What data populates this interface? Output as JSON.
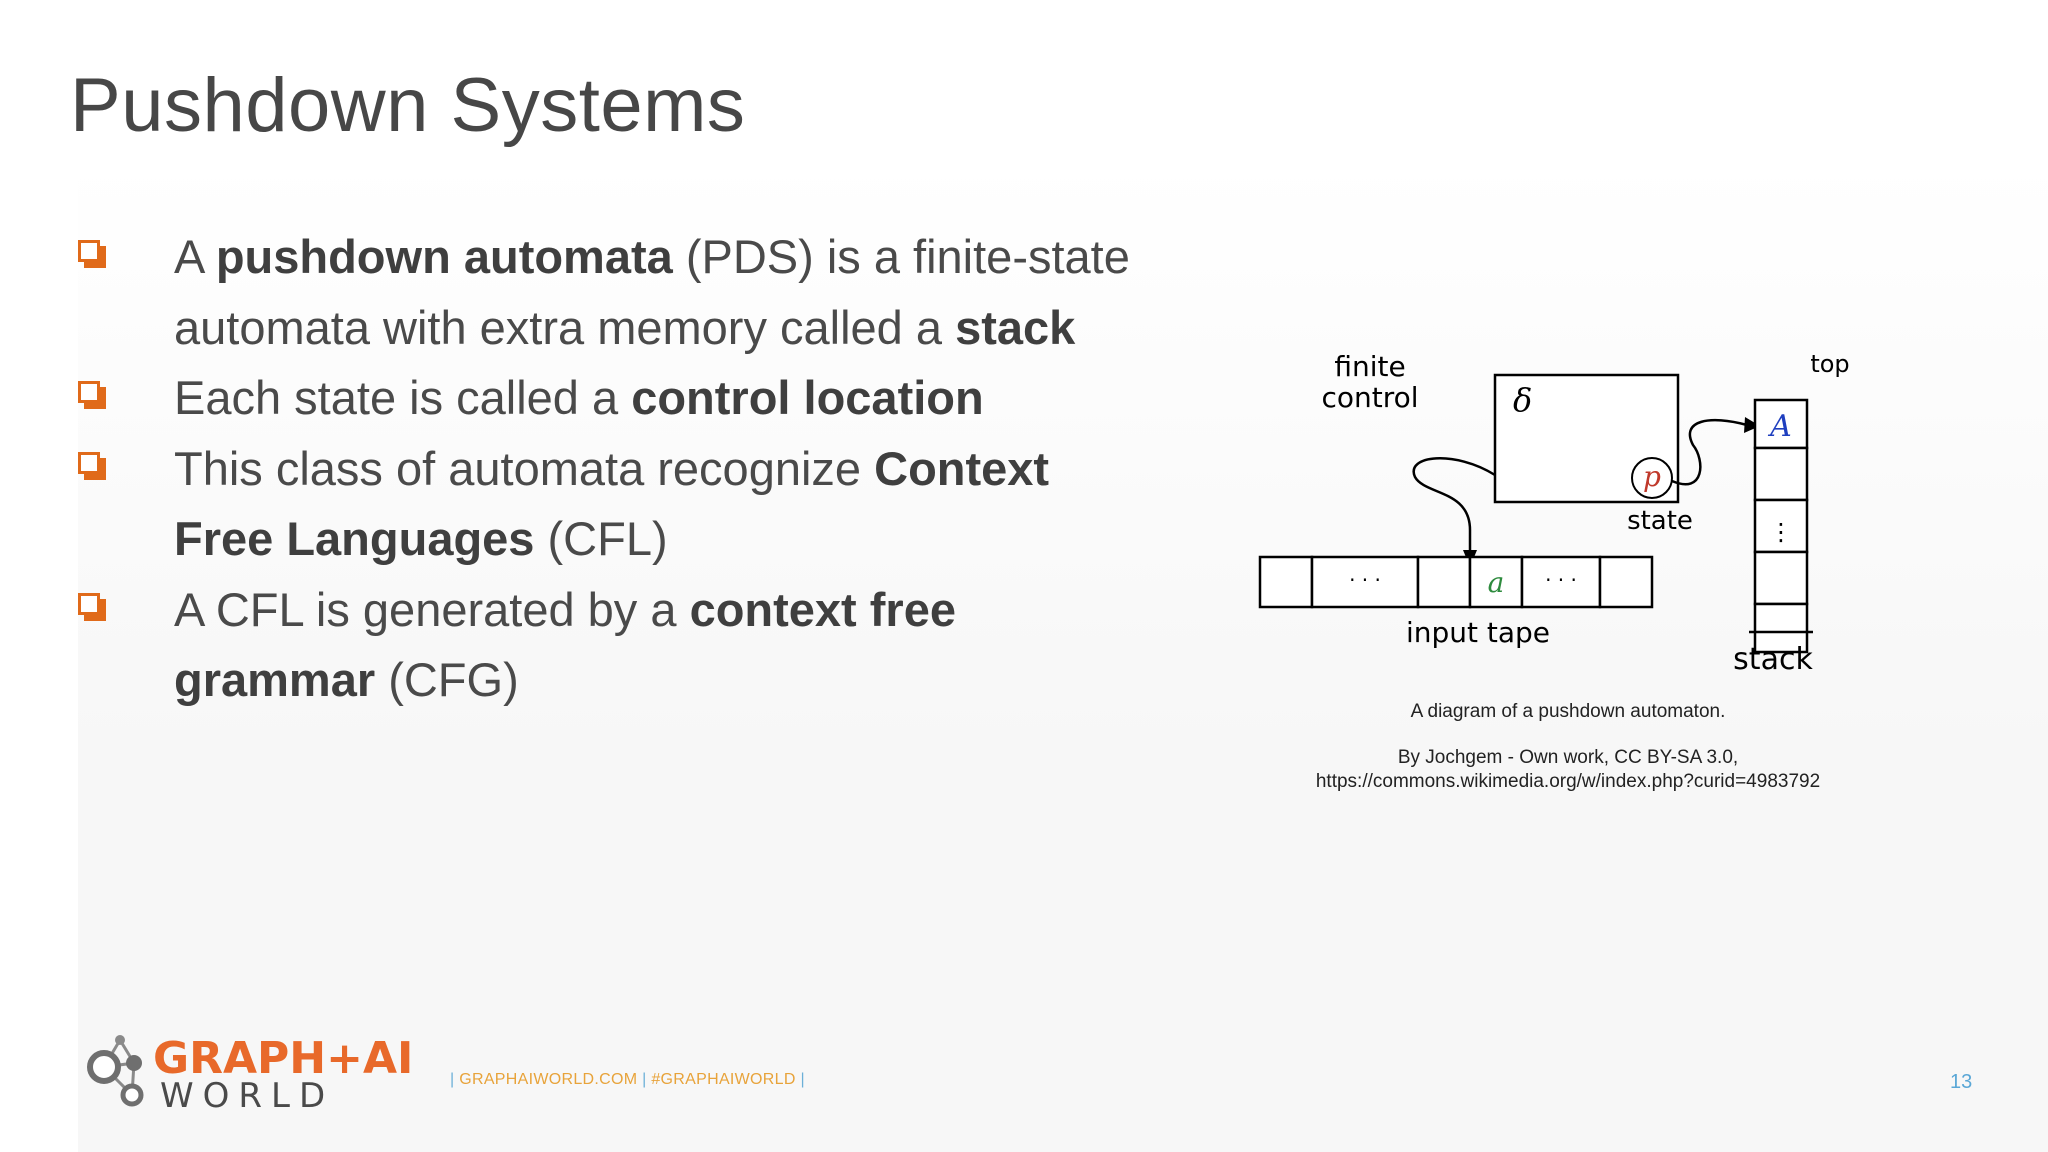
{
  "slide": {
    "title": "Pushdown Systems",
    "bullets": [
      {
        "segments": [
          {
            "t": "A ",
            "b": false
          },
          {
            "t": "pushdown automata",
            "b": true
          },
          {
            "t": " (PDS) is a finite-state automata with extra memory called a ",
            "b": false
          },
          {
            "t": "stack",
            "b": true
          }
        ]
      },
      {
        "segments": [
          {
            "t": "Each state is called a ",
            "b": false
          },
          {
            "t": "control location",
            "b": true
          }
        ]
      },
      {
        "segments": [
          {
            "t": "This class of automata recognize ",
            "b": false
          },
          {
            "t": "Context Free Languages",
            "b": true
          },
          {
            "t": " (CFL)",
            "b": false
          }
        ]
      },
      {
        "segments": [
          {
            "t": "A CFL is generated by a ",
            "b": false
          },
          {
            "t": "context free grammar",
            "b": true
          },
          {
            "t": " (CFG)",
            "b": false
          }
        ]
      }
    ],
    "bullet_icon": "checkbox-bullet-icon",
    "accent_color": "#e06a1a"
  },
  "diagram": {
    "finite_label": "finite",
    "control_label": "control",
    "delta_symbol": "δ",
    "state_symbol": "p",
    "state_label": "state",
    "top_label": "top",
    "stack_top_symbol": "A",
    "stack_dots": "⋮",
    "stack_label": "stack",
    "tape_ellipsis_left": "· · ·",
    "tape_symbol": "a",
    "tape_ellipsis_right": "· · ·",
    "input_tape_label": "input tape"
  },
  "captions": {
    "line1": "A diagram of a pushdown automaton.",
    "line2": "By Jochgem - Own work, CC BY-SA 3.0,",
    "line3": "https://commons.wikimedia.org/w/index.php?curid=4983792"
  },
  "footer": {
    "logo_top": "GRAPH+AI",
    "logo_bottom": "WORLD",
    "link1": "GRAPHAIWORLD.COM",
    "link2": "#GRAPHAIWORLD",
    "separator": "|",
    "page_number": "13"
  }
}
